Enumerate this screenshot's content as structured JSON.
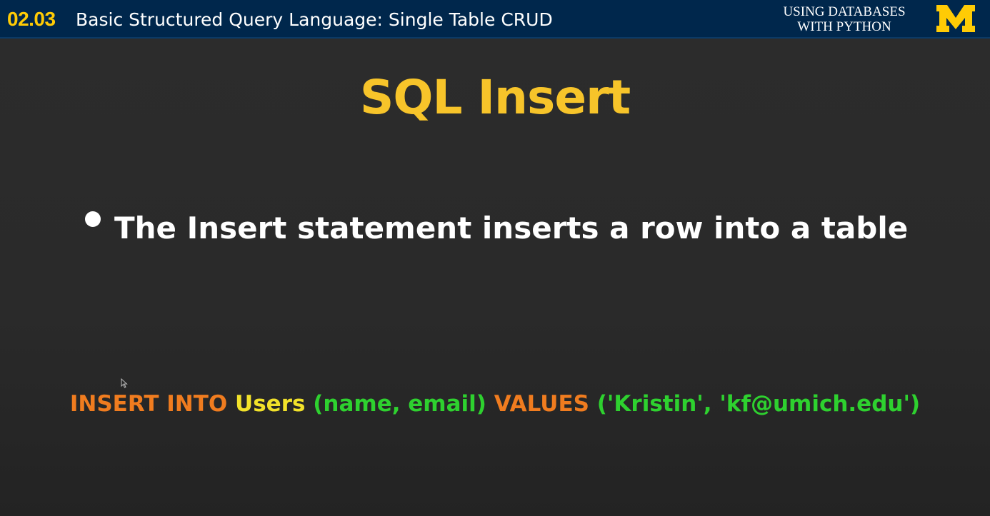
{
  "header": {
    "lesson_number": "02.03",
    "lesson_title": "Basic Structured Query Language: Single Table CRUD",
    "course_line1": "USING DATABASES",
    "course_line2": "WITH PYTHON",
    "logo_letter": "M",
    "logo_color": "#ffcb05",
    "bar_color": "#00274c"
  },
  "slide": {
    "title": "SQL Insert",
    "title_color": "#f7c42a",
    "bullets": [
      {
        "text": "The Insert statement inserts a row into a table"
      }
    ],
    "sql": {
      "keyword1": "INSERT INTO",
      "table": "Users",
      "columns": "(name, email)",
      "keyword2": "VALUES",
      "values": "('Kristin', 'kf@umich.edu')",
      "keyword_color": "#f07c1f",
      "table_color": "#f2e22a",
      "value_color": "#2ed12f"
    }
  },
  "icons": {
    "bullet": "bullet-dot-icon",
    "cursor": "mouse-pointer-icon",
    "logo": "block-m-logo"
  }
}
